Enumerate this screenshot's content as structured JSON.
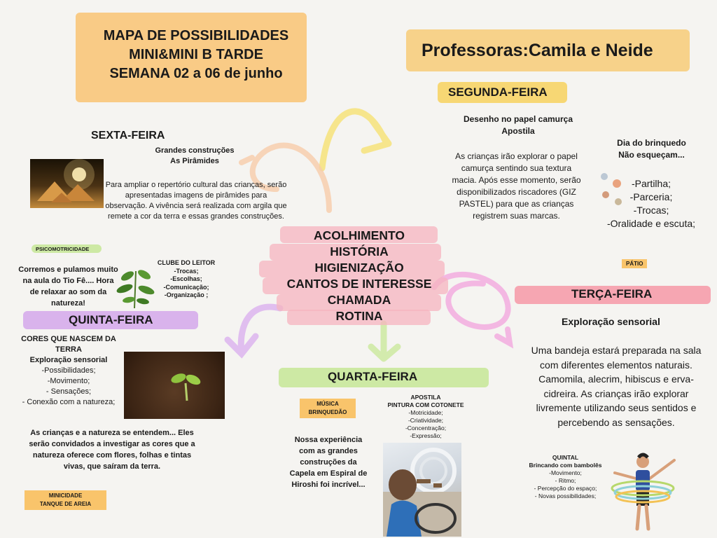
{
  "header": {
    "title_lines": [
      "MAPA DE POSSIBILIDADES",
      "MINI&MINI B TARDE",
      "SEMANA 02 a 06 de junho"
    ],
    "teachers": "Professoras:Camila e Neide"
  },
  "center": {
    "lines": [
      "ACOLHIMENTO",
      "HISTÓRIA",
      "HIGIENIZAÇÃO",
      "CANTOS DE INTERESSE",
      "CHAMADA",
      "ROTINA"
    ]
  },
  "segunda": {
    "day": "SEGUNDA-FEIRA",
    "activity_title": "Desenho no papel camurça",
    "activity_subtitle": "Apostila",
    "description": "As crianças irão explorar o papel camurça sentindo sua textura macia. Após esse momento, serão disponibilizados riscadores (GIZ PASTEL) para que as crianças registrem suas marcas.",
    "toy_day_title": "Dia do brinquedo",
    "toy_day_subtitle": "Não esqueçam...",
    "toy_items": [
      "-Partilha;",
      "-Parceria;",
      "-Trocas;",
      "-Oralidade e escuta;"
    ],
    "tag": "PÁTIO"
  },
  "terca": {
    "day": "TERÇA-FEIRA",
    "activity_title": "Exploração sensorial",
    "description": "Uma bandeja estará preparada na sala com diferentes elementos naturais. Camomila, alecrim, hibiscus e erva-cidreira. As crianças irão explorar livremente utilizando seus sentidos e percebendo as sensações.",
    "quintal_title": "QUINTAL",
    "quintal_subtitle": "Brincando com bambolês",
    "quintal_items": [
      "-Movimento;",
      "- Ritmo;",
      "- Percepção do espaço;",
      "- Novas possibilidades;"
    ]
  },
  "quarta": {
    "day": "QUARTA-FEIRA",
    "tag_lines": [
      "MÚSICA",
      "BRINQUEDÃO"
    ],
    "apostila_title": "APOSTILA",
    "apostila_subtitle": "PINTURA COM COTONETE",
    "apostila_items": [
      "-Motricidade;",
      "-Criatividade;",
      "-Concentração;",
      "-Expressão;"
    ],
    "experience": "Nossa experiência com as grandes construções da Capela em Espiral de Hiroshi foi incrível..."
  },
  "quinta": {
    "day": "QUINTA-FEIRA",
    "title": "CORES QUE NASCEM DA TERRA",
    "subtitle": "Exploração sensorial",
    "items": [
      "-Possibilidades;",
      "-Movimento;",
      "- Sensações;",
      "- Conexão com a natureza;"
    ],
    "description": "As crianças e a natureza se entendem... Eles serão convidados a investigar as cores que a natureza oferece com flores, folhas e tintas vivas, que saíram da terra.",
    "tag_lines": [
      "MINICIDADE",
      "TANQUE DE AREIA"
    ]
  },
  "sexta": {
    "day": "SEXTA-FEIRA",
    "activity_title": "Grandes construções",
    "activity_subtitle": "As Pirâmides",
    "description": "Para ampliar o repertório cultural das crianças, serão apresentadas imagens de pirâmides para observação. A vivência será realizada com argila que remete a cor da terra e essas grandes construções.",
    "psico_tag": "PSICOMOTRICIDADE",
    "psico_text": "Corremos e pulamos muito na aula do Tio Fê.... Hora de relaxar ao som da natureza!",
    "clube_title": "CLUBE DO LEITOR",
    "clube_items": [
      "-Trocas;",
      "-Escolhas;",
      "-Comunicação;",
      "-Organização ;"
    ]
  },
  "colors": {
    "orange_brush": "#f9c46b",
    "yellow_brush": "#f7d774",
    "pink_brush": "#f6a6b2",
    "magenta_brush": "#f3a9d9",
    "violet_brush": "#d9b3ec",
    "green_brush": "#cde9a4",
    "peach_arrow": "#f7c9a0"
  }
}
